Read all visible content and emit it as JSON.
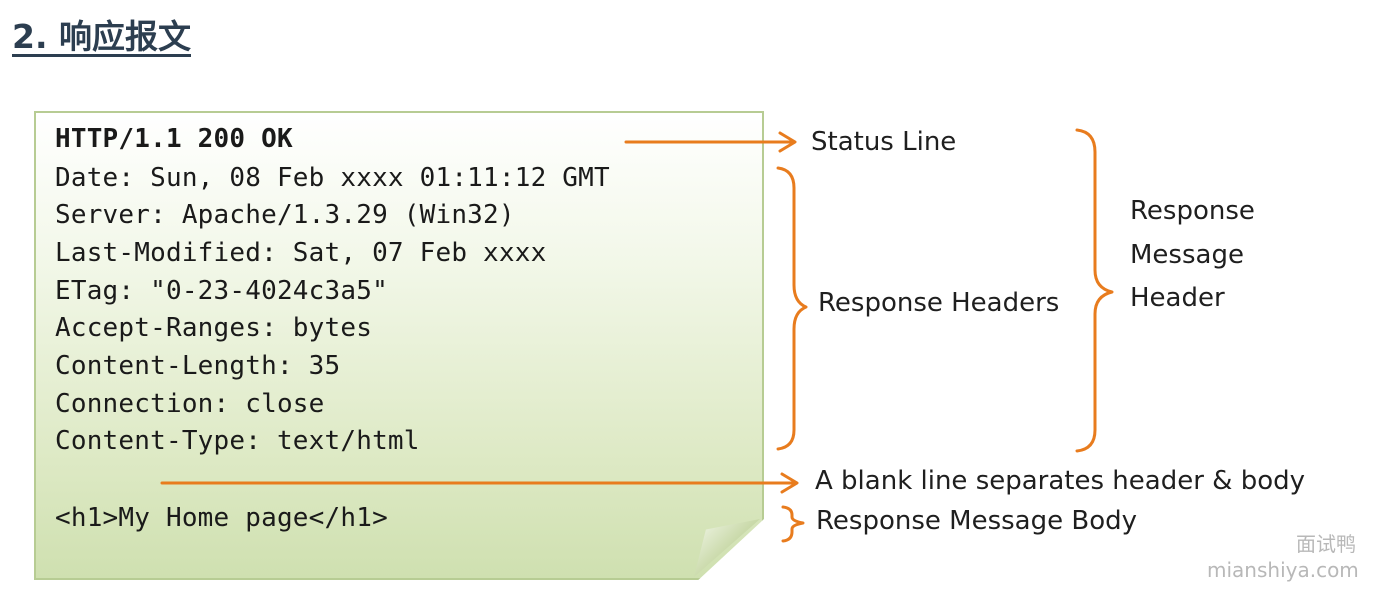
{
  "heading": "2. 响应报文",
  "message": {
    "status_line": "HTTP/1.1 200 OK",
    "headers": [
      "Date: Sun, 08 Feb xxxx 01:11:12 GMT",
      "Server: Apache/1.3.29 (Win32)",
      "Last-Modified: Sat, 07 Feb xxxx",
      "ETag: \"0-23-4024c3a5\"",
      "Accept-Ranges: bytes",
      "Content-Length: 35",
      "Connection: close",
      "Content-Type: text/html"
    ],
    "body": "<h1>My Home page</h1>"
  },
  "annotations": {
    "status_line": "Status Line",
    "response_headers": "Response Headers",
    "blank_line": "A blank line separates header & body",
    "body": "Response Message Body",
    "header_group": [
      "Response",
      "Message",
      "Header"
    ]
  },
  "watermark": {
    "name": "面试鸭",
    "url": "mianshiya.com"
  },
  "colors": {
    "arrow": "#e87c1e",
    "heading": "#2c3e50",
    "note_border": "#b7cc93"
  }
}
